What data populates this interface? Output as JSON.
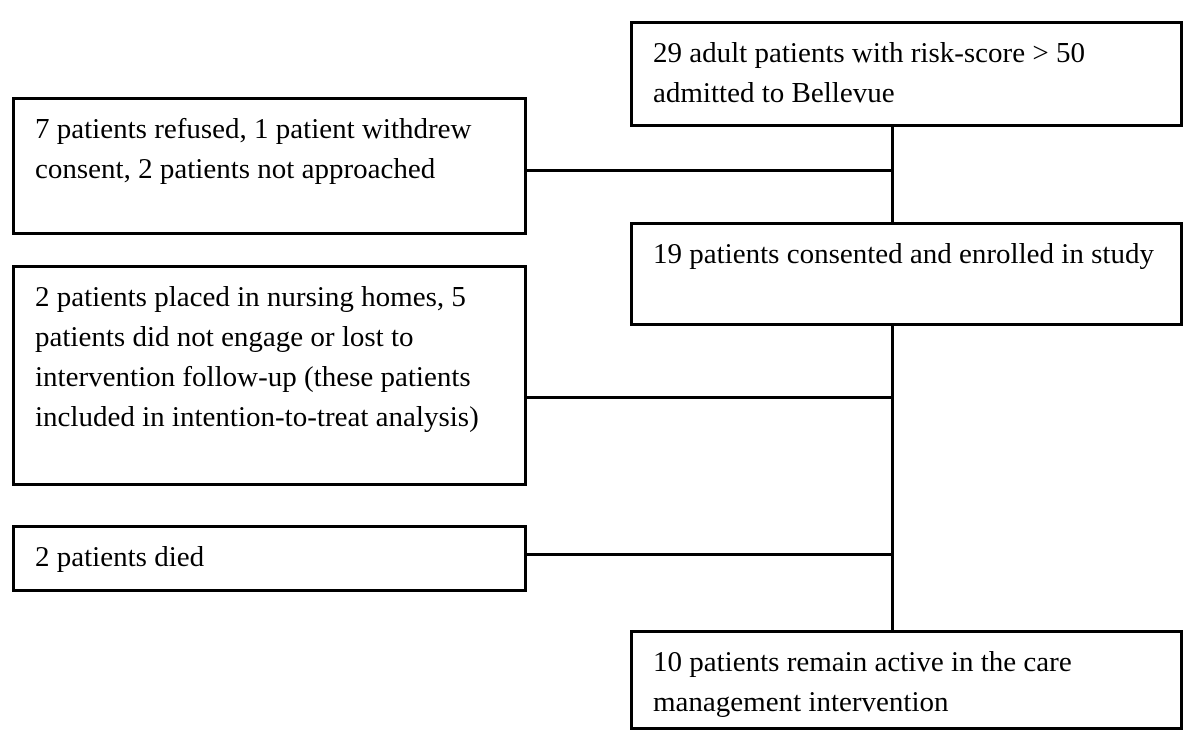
{
  "diagram": {
    "type": "flowchart",
    "background_color": "#ffffff",
    "line_color": "#000000",
    "text_color": "#000000",
    "nodes": {
      "admitted": {
        "text": "29 adult patients with risk-score > 50 admitted to Bellevue"
      },
      "not_enrolled": {
        "text": "7 patients refused, 1 patient withdrew consent, 2 patients not approached"
      },
      "enrolled": {
        "text": "19 patients consented and enrolled in study"
      },
      "not_engaged": {
        "text": "2 patients placed in nursing homes, 5 patients did not engage or lost to intervention follow-up (these patients included in intention-to-treat analysis)"
      },
      "died": {
        "text": "2 patients died"
      },
      "active": {
        "text": "10 patients remain active in the care management intervention"
      }
    },
    "edges": [
      {
        "from": "admitted",
        "to": "enrolled"
      },
      {
        "from": "admitted",
        "to": "not_enrolled",
        "branch": "side"
      },
      {
        "from": "enrolled",
        "to": "active"
      },
      {
        "from": "enrolled",
        "to": "not_engaged",
        "branch": "side"
      },
      {
        "from": "enrolled",
        "to": "died",
        "branch": "side"
      }
    ]
  }
}
